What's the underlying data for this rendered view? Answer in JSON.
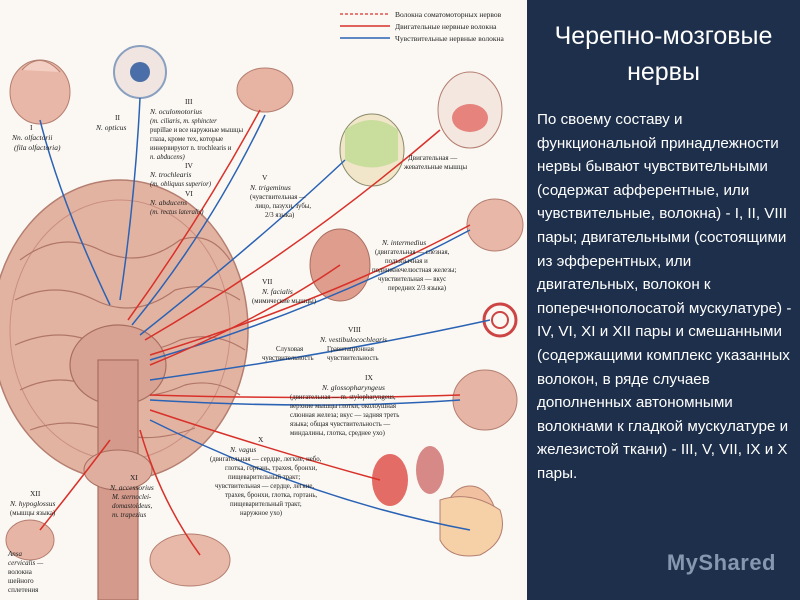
{
  "legend": {
    "somatomotor": "Волокна соматомоторных нервов",
    "motor": "Двигательные нервные волокна",
    "sensory": "Чувствительные нервные волокна"
  },
  "colors": {
    "panel_bg": "#1d2f4a",
    "motor": "#d8312a",
    "sensory": "#2a62b4",
    "brain": "#e8b8a8"
  },
  "nerves": {
    "I": {
      "num": "I",
      "name": "Nn. olfactorii",
      "sub": "(fila olfactoria)"
    },
    "II": {
      "num": "II",
      "name": "N. opticus"
    },
    "III": {
      "num": "III",
      "name": "N. oculomotorius",
      "sub": "(m. ciliaris, m. sphincter",
      "sub2": "pupillae и все наружные мышцы",
      "sub3": "глаза, кроме тех, которые",
      "sub4": "иннервируют n. trochlearis и",
      "sub5": "n. abducens)"
    },
    "IV": {
      "num": "IV",
      "name": "N. trochlearis",
      "sub": "(m. obliquus superior)"
    },
    "VI": {
      "num": "VI",
      "name": "N. abducens",
      "sub": "(m. rectus lateralis)"
    },
    "V": {
      "num": "V",
      "name": "N. trigeminus",
      "sub": "(чувствительная —",
      "sub2": "лицо, пазухи, зубы,",
      "sub3": "2/3 языка)"
    },
    "V_motor": {
      "line1": "Двигательная —",
      "line2": "жевательные мышцы"
    },
    "VII": {
      "num": "VII",
      "name": "N. facialis",
      "sub": "(мимические мышцы)"
    },
    "intermedius": {
      "name": "N. intermedius",
      "line1": "(двигательная — слезная,",
      "line2": "подъязычная и",
      "line3": "поднижнечелюстная железы;",
      "line4": "чувствительная — вкус",
      "line5": "передних 2/3 языка)"
    },
    "VIII": {
      "num": "VIII",
      "name": "N. vestibulocochlearis",
      "l1": "Гравитационная",
      "l2": "чувствительность",
      "r1": "Слуховая",
      "r2": "чувствительность"
    },
    "IX": {
      "num": "IX",
      "name": "N. glossopharyngeus",
      "line1": "(двигательная — m. stylopharyngeus,",
      "line2": "верхние мышцы глотки, околоушная",
      "line3": "слюнная железа; вкус — задняя треть",
      "line4": "языка; общая чувствительность —",
      "line5": "миндалины, глотка, среднее ухо)"
    },
    "X": {
      "num": "X",
      "name": "N. vagus",
      "line1": "(двигательная — сердце, легкие, небо,",
      "line2": "глотка, гортань, трахея, бронхи,",
      "line3": "пищеварительный тракт;",
      "line4": "чувствительная — сердце, легкие,",
      "line5": "трахея, бронхи, глотка, гортань,",
      "line6": "пищеварительный тракт,",
      "line7": "наружное ухо)"
    },
    "XI": {
      "num": "XI",
      "name": "N. accessorius",
      "sub": "M. sternoclei-",
      "sub2": "domastoideus,",
      "sub3": "m. trapezius"
    },
    "XII": {
      "num": "XII",
      "name": "N. hypoglossus",
      "sub": "(мышцы языка)"
    },
    "ansa": {
      "line1": "Ansa",
      "line2": "cervicalis —",
      "line3": "волокна",
      "line4": "шейного",
      "line5": "сплетения"
    }
  },
  "panel": {
    "title_line1": "Черепно-мозговые",
    "title_line2": "нервы",
    "body": "По своему составу и функциональной принадлежности нервы бывают чувствительными (содержат афферентные, или чувствительные, волокна) - I, II, VIII пары; двигательными (состоящими из эфферентных, или двигательных, волокон к поперечнополосатой мускулатуре) - IV, VI, XI и XII пары и смешанными (содержащими комплекс указанных волокон, в ряде случаев дополненных автономными волокнами к гладкой мускулатуре и железистой ткани) - III, V, VII, IX и X пары.",
    "watermark": "MyShared"
  }
}
